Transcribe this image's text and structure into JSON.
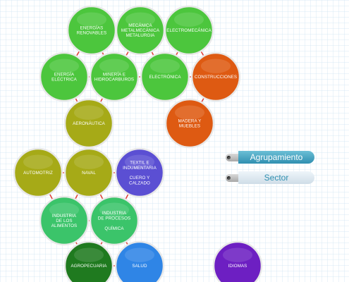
{
  "colors": {
    "link": "#e0403a",
    "bright_green": "#4cc63d",
    "teal_green": "#3bc46a",
    "olive": "#a6aa17",
    "orange": "#de5a12",
    "purple": "#5b4fd3",
    "dark_green": "#1f7a1f",
    "blue": "#2f85e6",
    "violet": "#6d1fc2",
    "node_border": "#e8e8e8"
  },
  "nodes": [
    {
      "id": "energias-renovables",
      "lines": [
        "ENERGÍAS",
        "RENOVABLES"
      ],
      "color": "bright_green"
    },
    {
      "id": "mecanica",
      "lines": [
        "MECÁNICA",
        "METALMECÁNICA",
        "METALURGIA"
      ],
      "color": "bright_green"
    },
    {
      "id": "electromecanica",
      "lines": [
        "ELECTROMECÁNICA"
      ],
      "color": "bright_green"
    },
    {
      "id": "energia-electrica",
      "lines": [
        "ENERGÍA",
        "ELÉCTRICA"
      ],
      "color": "bright_green"
    },
    {
      "id": "mineria",
      "lines": [
        "MINERÍA E",
        "HIDROCARBUROS"
      ],
      "color": "bright_green"
    },
    {
      "id": "electronica",
      "lines": [
        "ELECTRÓNICA"
      ],
      "color": "bright_green"
    },
    {
      "id": "construcciones",
      "lines": [
        "CONSTRUCCIONES"
      ],
      "color": "orange"
    },
    {
      "id": "aeronautica",
      "lines": [
        "AERONÁUTICA"
      ],
      "color": "olive"
    },
    {
      "id": "madera",
      "lines": [
        "MADERA Y",
        "MUEBLES"
      ],
      "color": "orange"
    },
    {
      "id": "automotriz",
      "lines": [
        "AUTOMOTRIZ"
      ],
      "color": "olive"
    },
    {
      "id": "naval",
      "lines": [
        "NAVAL"
      ],
      "color": "olive"
    },
    {
      "id": "textil",
      "lines": [
        "TEXTIL E",
        "INDUMENTARIA",
        "",
        "CUERO Y",
        "CALZADO"
      ],
      "color": "purple"
    },
    {
      "id": "industria-alimentos",
      "lines": [
        "INDUSTRIA",
        "DE LOS",
        "ALIMENTOS"
      ],
      "color": "teal_green"
    },
    {
      "id": "industria-procesos",
      "lines": [
        "INDUSTRIA",
        "DE PROCESOS",
        "",
        "QUÍMICA"
      ],
      "color": "teal_green"
    },
    {
      "id": "agropecuaria",
      "lines": [
        "AGROPECUARIA"
      ],
      "color": "dark_green"
    },
    {
      "id": "salud",
      "lines": [
        "SALUD"
      ],
      "color": "blue"
    },
    {
      "id": "idiomas",
      "lines": [
        "IDIOMAS"
      ],
      "color": "violet"
    }
  ],
  "links": [
    [
      "energias-renovables",
      "mecanica"
    ],
    [
      "mecanica",
      "electromecanica"
    ],
    [
      "energias-renovables",
      "energia-electrica"
    ],
    [
      "energias-renovables",
      "mineria"
    ],
    [
      "mecanica",
      "mineria"
    ],
    [
      "mecanica",
      "electronica"
    ],
    [
      "electromecanica",
      "electronica"
    ],
    [
      "electromecanica",
      "construcciones"
    ],
    [
      "energia-electrica",
      "mineria"
    ],
    [
      "mineria",
      "electronica"
    ],
    [
      "electronica",
      "construcciones"
    ],
    [
      "energia-electrica",
      "aeronautica"
    ],
    [
      "mineria",
      "aeronautica"
    ],
    [
      "construcciones",
      "madera"
    ],
    [
      "aeronautica",
      "naval"
    ],
    [
      "automotriz",
      "naval"
    ],
    [
      "naval",
      "textil"
    ],
    [
      "automotriz",
      "industria-alimentos"
    ],
    [
      "naval",
      "industria-alimentos"
    ],
    [
      "naval",
      "industria-procesos"
    ],
    [
      "textil",
      "industria-procesos"
    ],
    [
      "industria-alimentos",
      "industria-procesos"
    ],
    [
      "industria-alimentos",
      "agropecuaria"
    ],
    [
      "industria-procesos",
      "agropecuaria"
    ],
    [
      "industria-procesos",
      "salud"
    ],
    [
      "agropecuaria",
      "salud"
    ]
  ],
  "legend": {
    "agrupamiento": "Agrupamiento",
    "sector": "Sector"
  }
}
